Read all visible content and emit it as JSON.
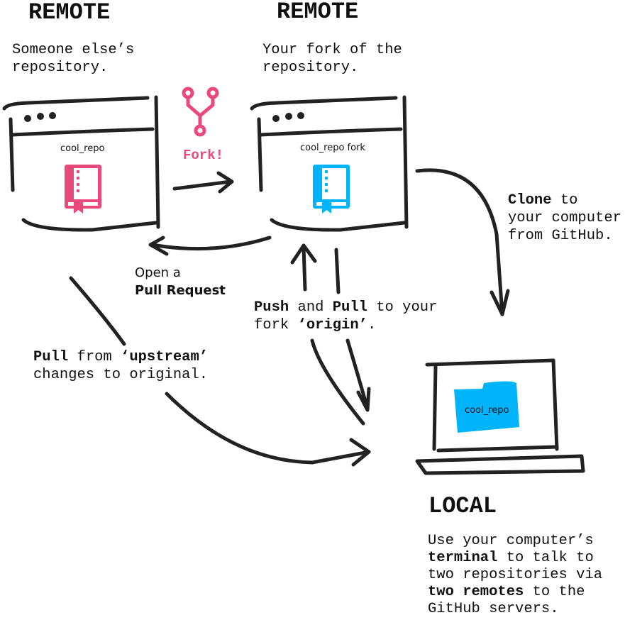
{
  "remote_left": {
    "heading": "REMOTE",
    "desc1": "Someone else’s",
    "desc2": "repository.",
    "repo_name": "cool_repo"
  },
  "remote_right": {
    "heading": "REMOTE",
    "desc1": "Your fork of the",
    "desc2": "repository.",
    "repo_name": "cool_repo fork"
  },
  "fork": {
    "label": "Fork!"
  },
  "clone": {
    "bold": "Clone",
    "rest1": " to",
    "line2": "your computer",
    "line3": "from GitHub."
  },
  "pull_request": {
    "line1": "Open a",
    "line2": "Pull Request"
  },
  "push_pull": {
    "push": "Push",
    "and": " and ",
    "pull": "Pull",
    "rest1": " to your",
    "fork_pre": "fork ",
    "origin": "‘origin’",
    "end": "."
  },
  "upstream": {
    "pull": "Pull",
    "from": " from ",
    "upstream": "‘upstream’",
    "line2": "changes to original."
  },
  "local": {
    "heading": "LOCAL",
    "repo_name": "cool_repo",
    "l1": "Use your computer’s",
    "terminal": "terminal",
    "l2rest": " to talk to",
    "l3": "two repositories via",
    "two_remotes": "two remotes",
    "l4rest": " to the",
    "l5": "GitHub servers."
  },
  "colors": {
    "pink": "#e9497b",
    "blue": "#00b4fb",
    "ink": "#222222"
  }
}
